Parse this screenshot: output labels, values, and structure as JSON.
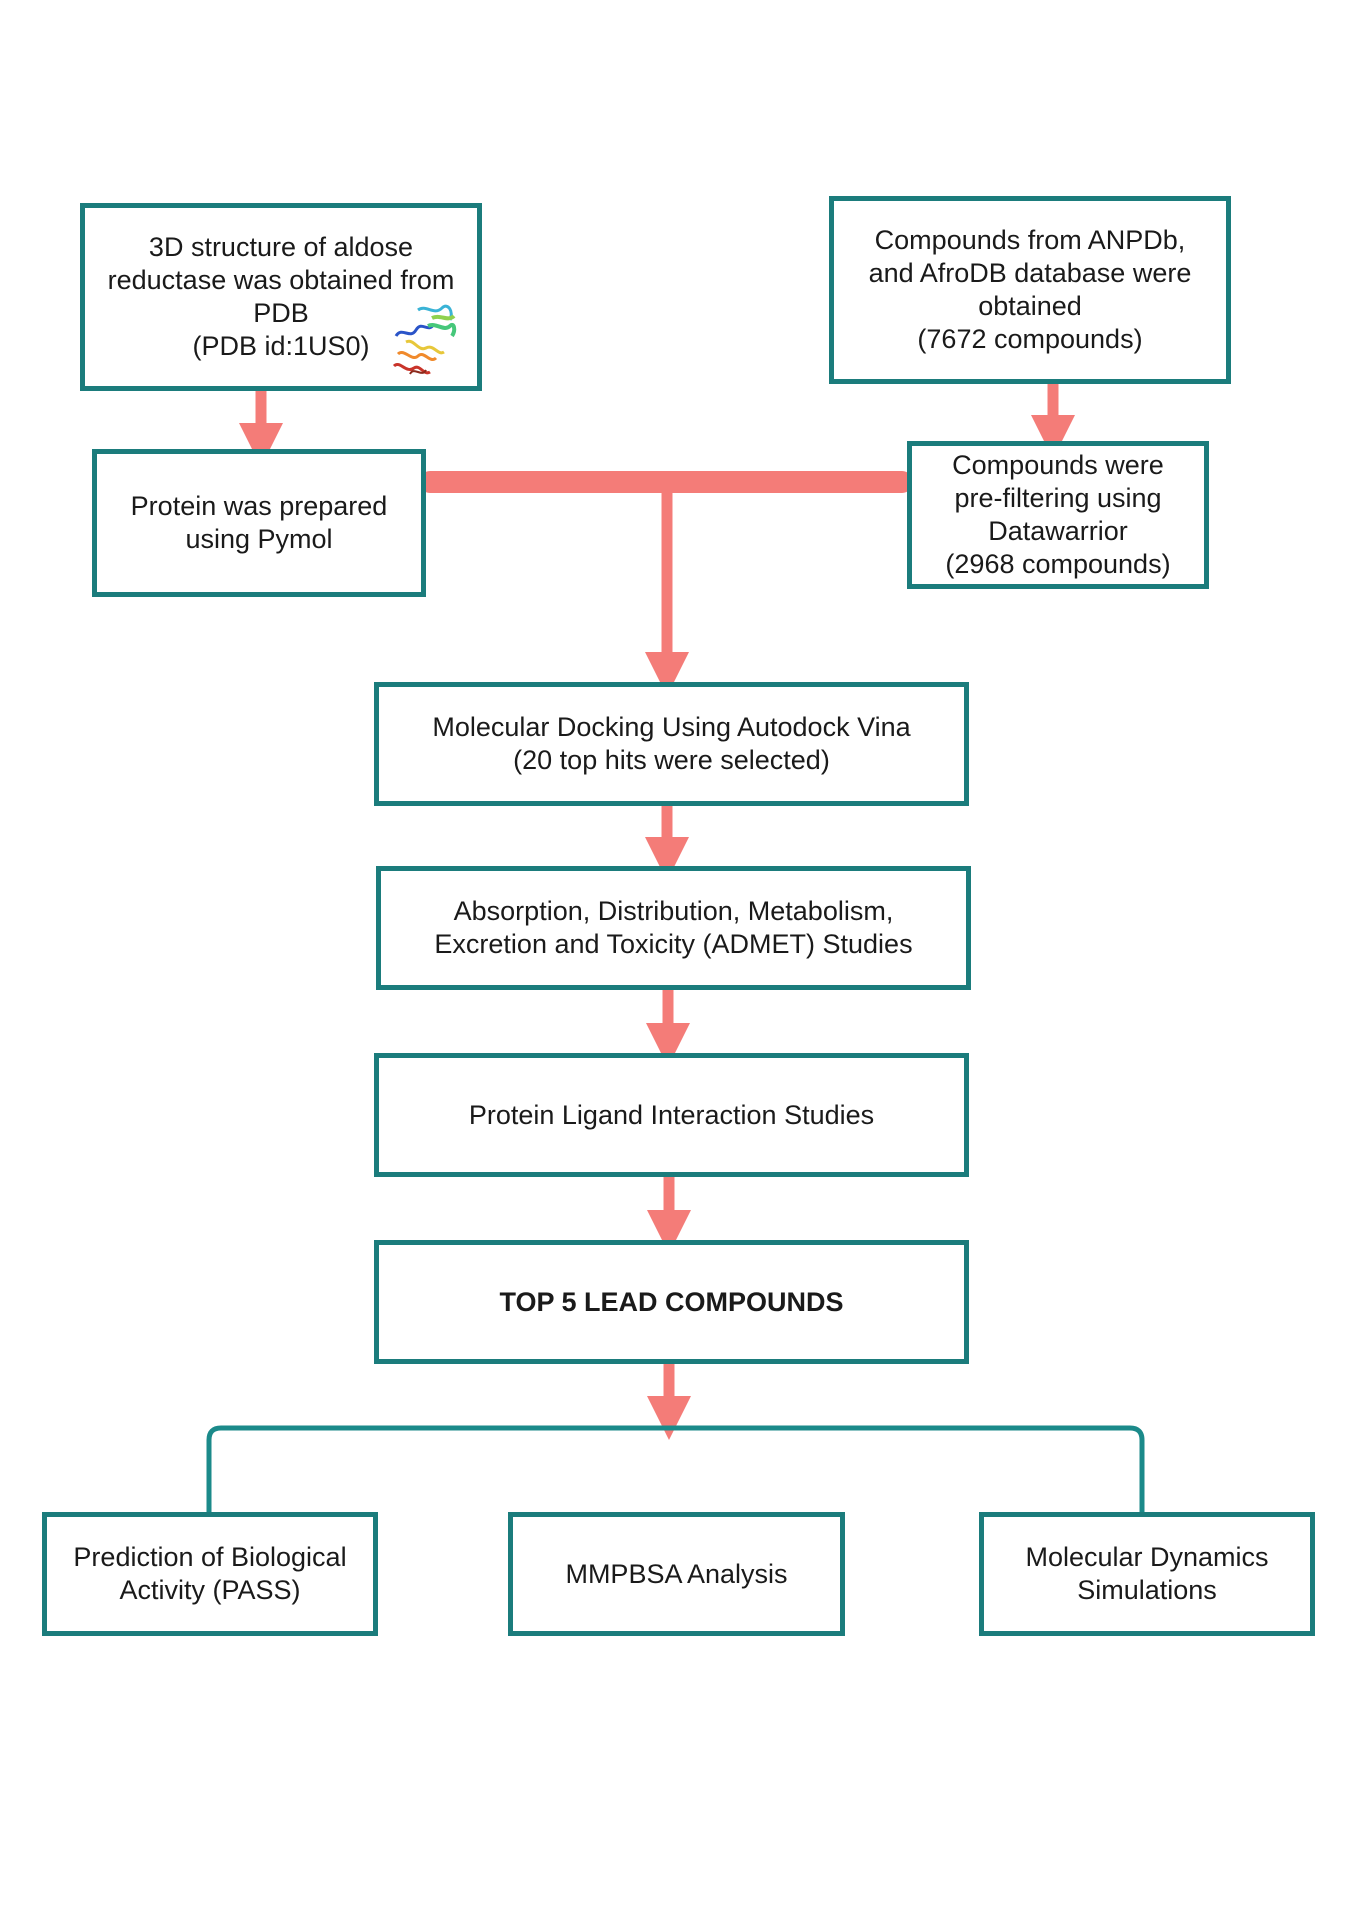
{
  "diagram": {
    "colors": {
      "box_border": "#1b7c7c",
      "arrow": "#f47c78",
      "bracket": "#1b8a8a"
    },
    "nodes": {
      "structure": {
        "text": "3D structure of aldose\nreductase was obtained from\nPDB\n(PDB id:1US0)",
        "image": "protein-ribbon-structure"
      },
      "compounds": {
        "text": "Compounds from ANPDb,\nand AfroDB database were\nobtained\n(7672 compounds)"
      },
      "protein_prep": {
        "text": "Protein was prepared\nusing Pymol"
      },
      "prefilter": {
        "text": "Compounds were\npre-filtering using\nDatawarrior\n(2968 compounds)"
      },
      "docking": {
        "text": "Molecular Docking Using Autodock Vina\n(20 top hits were selected)"
      },
      "admet": {
        "text": "Absorption, Distribution, Metabolism,\nExcretion and Toxicity (ADMET) Studies"
      },
      "interaction": {
        "text": "Protein Ligand Interaction Studies"
      },
      "top5": {
        "text": "TOP 5 LEAD COMPOUNDS"
      },
      "pass": {
        "text": "Prediction of Biological\nActivity (PASS)"
      },
      "mmpbsa": {
        "text": "MMPBSA Analysis"
      },
      "md": {
        "text": "Molecular Dynamics\nSimulations"
      }
    }
  }
}
